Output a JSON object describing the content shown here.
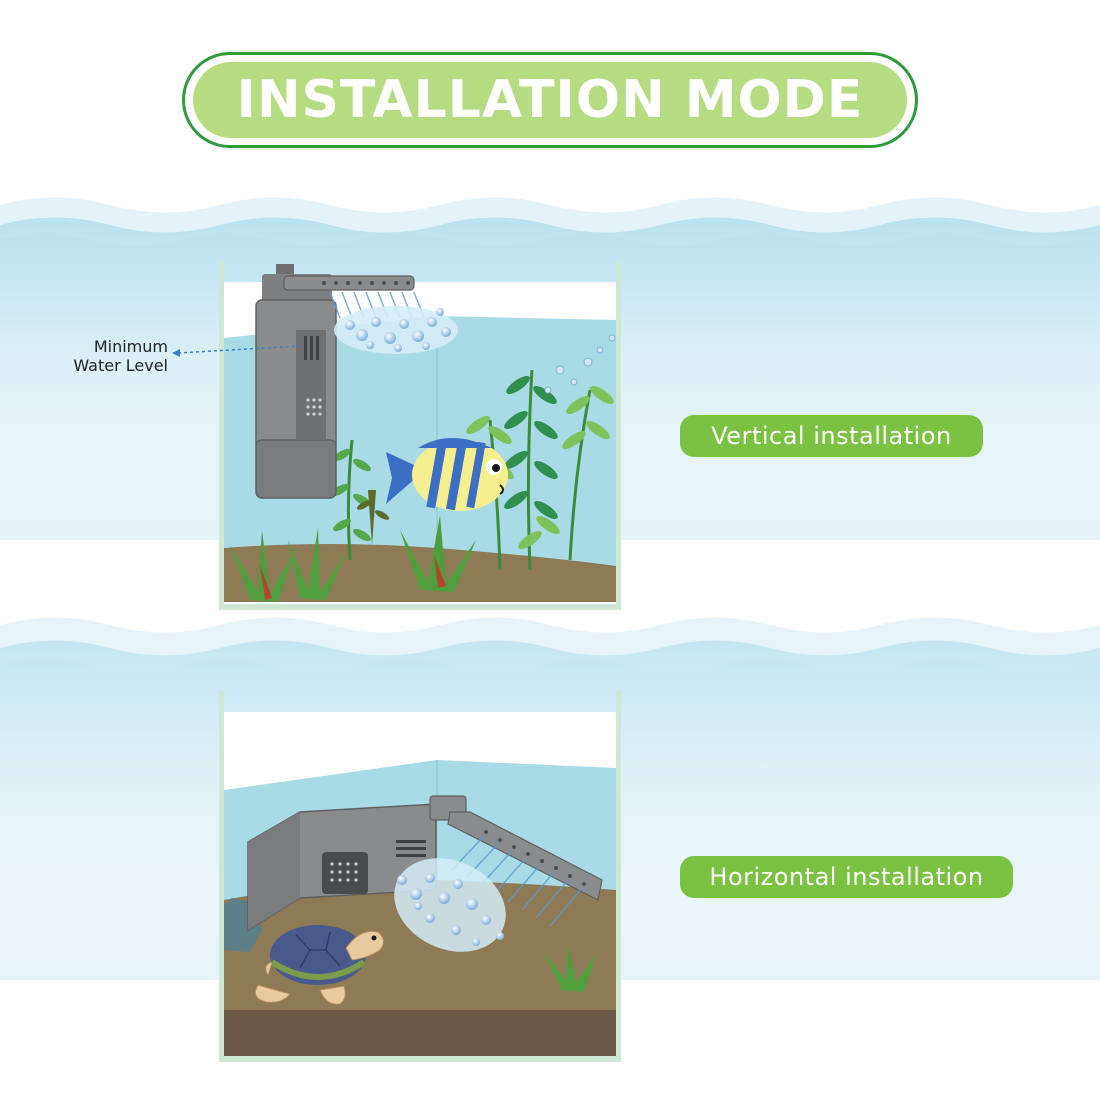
{
  "title": "INSTALLATION MODE",
  "vertical": {
    "label": "Vertical installation",
    "annotation_line1": "Minimum",
    "annotation_line2": "Water Level"
  },
  "horizontal": {
    "label": "Horizontal installation"
  },
  "colors": {
    "title_fill": "#b6dc82",
    "title_border": "#2e9a3c",
    "label_fill": "#7cc242",
    "water": "#a8dbe6",
    "substrate": "#8f7a56",
    "tank_frame": "#cfe8d6"
  }
}
